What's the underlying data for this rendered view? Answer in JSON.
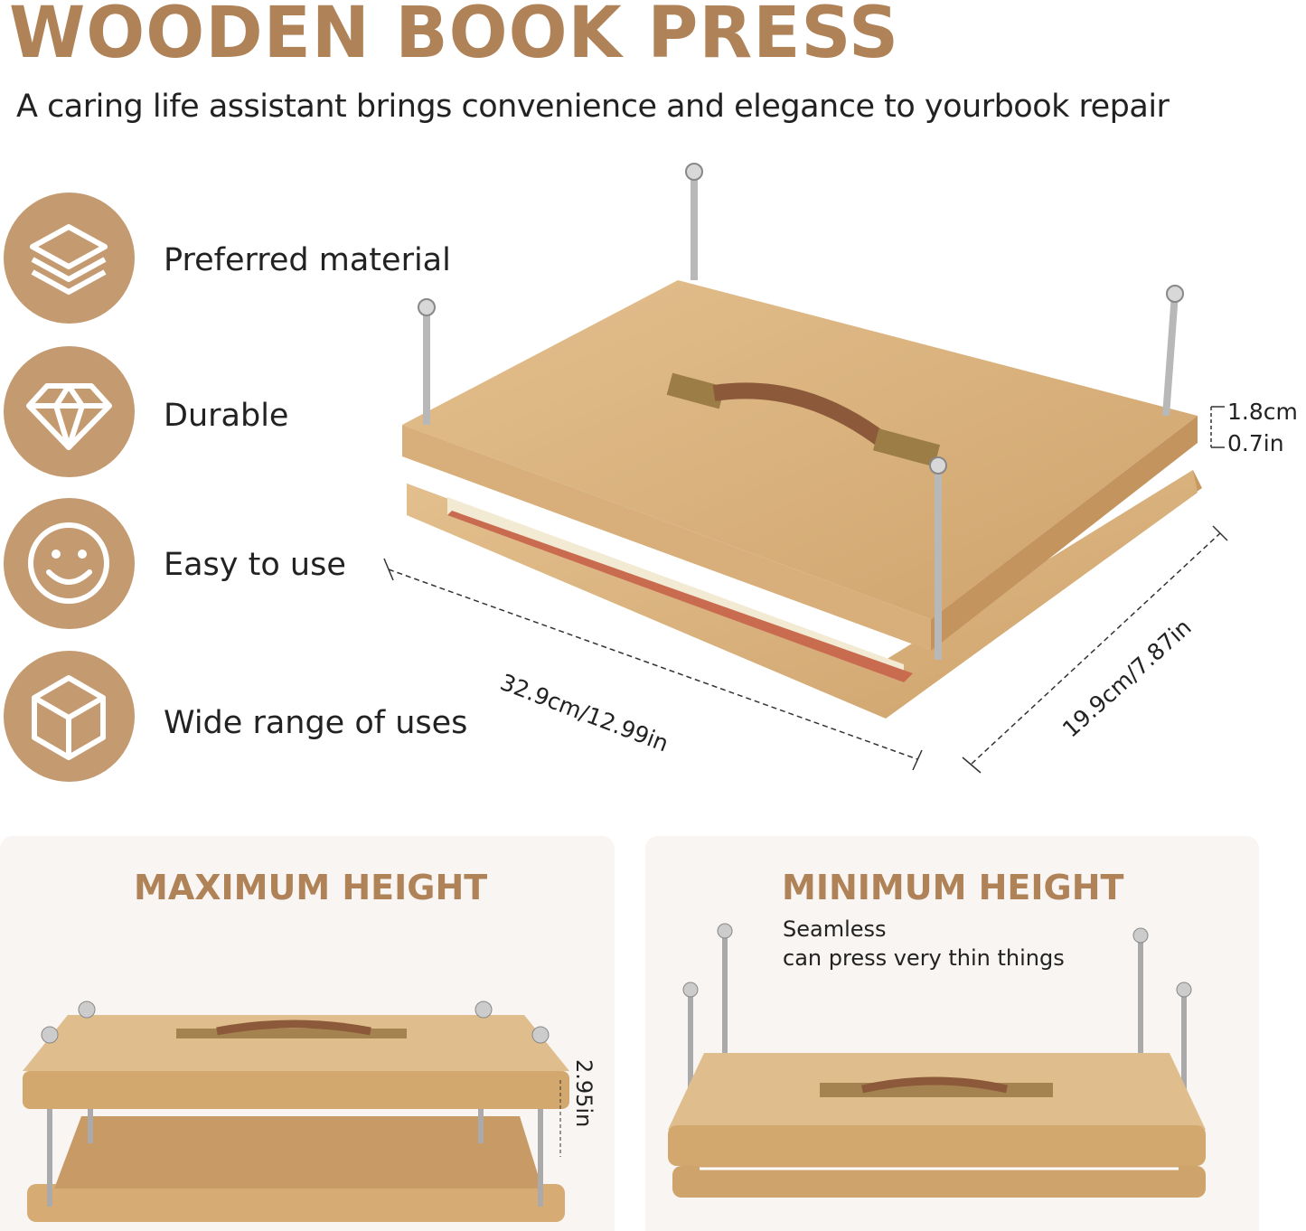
{
  "header": {
    "title": "WOODEN BOOK PRESS",
    "subtitle": "A caring life assistant brings convenience and elegance to yourbook repair"
  },
  "features": [
    {
      "icon": "layers-icon",
      "label": "Preferred material"
    },
    {
      "icon": "diamond-icon",
      "label": "Durable"
    },
    {
      "icon": "smiley-icon",
      "label": "Easy to use"
    },
    {
      "icon": "cube-icon",
      "label": "Wide range of uses"
    }
  ],
  "dimensions": {
    "thickness_cm": "1.8cm",
    "thickness_in": "0.7in",
    "length": "32.9cm/12.99in",
    "width": "19.9cm/7.87in"
  },
  "panels": {
    "max": {
      "title": "MAXIMUM HEIGHT",
      "height_label": "2.95in"
    },
    "min": {
      "title": "MINIMUM HEIGHT",
      "note_line1": "Seamless",
      "note_line2": "can press very thin things"
    }
  },
  "colors": {
    "accent": "#b08258",
    "icon_circle": "#c49a71",
    "panel_bg": "#f8f5f2",
    "wood": "#d9b27c"
  }
}
